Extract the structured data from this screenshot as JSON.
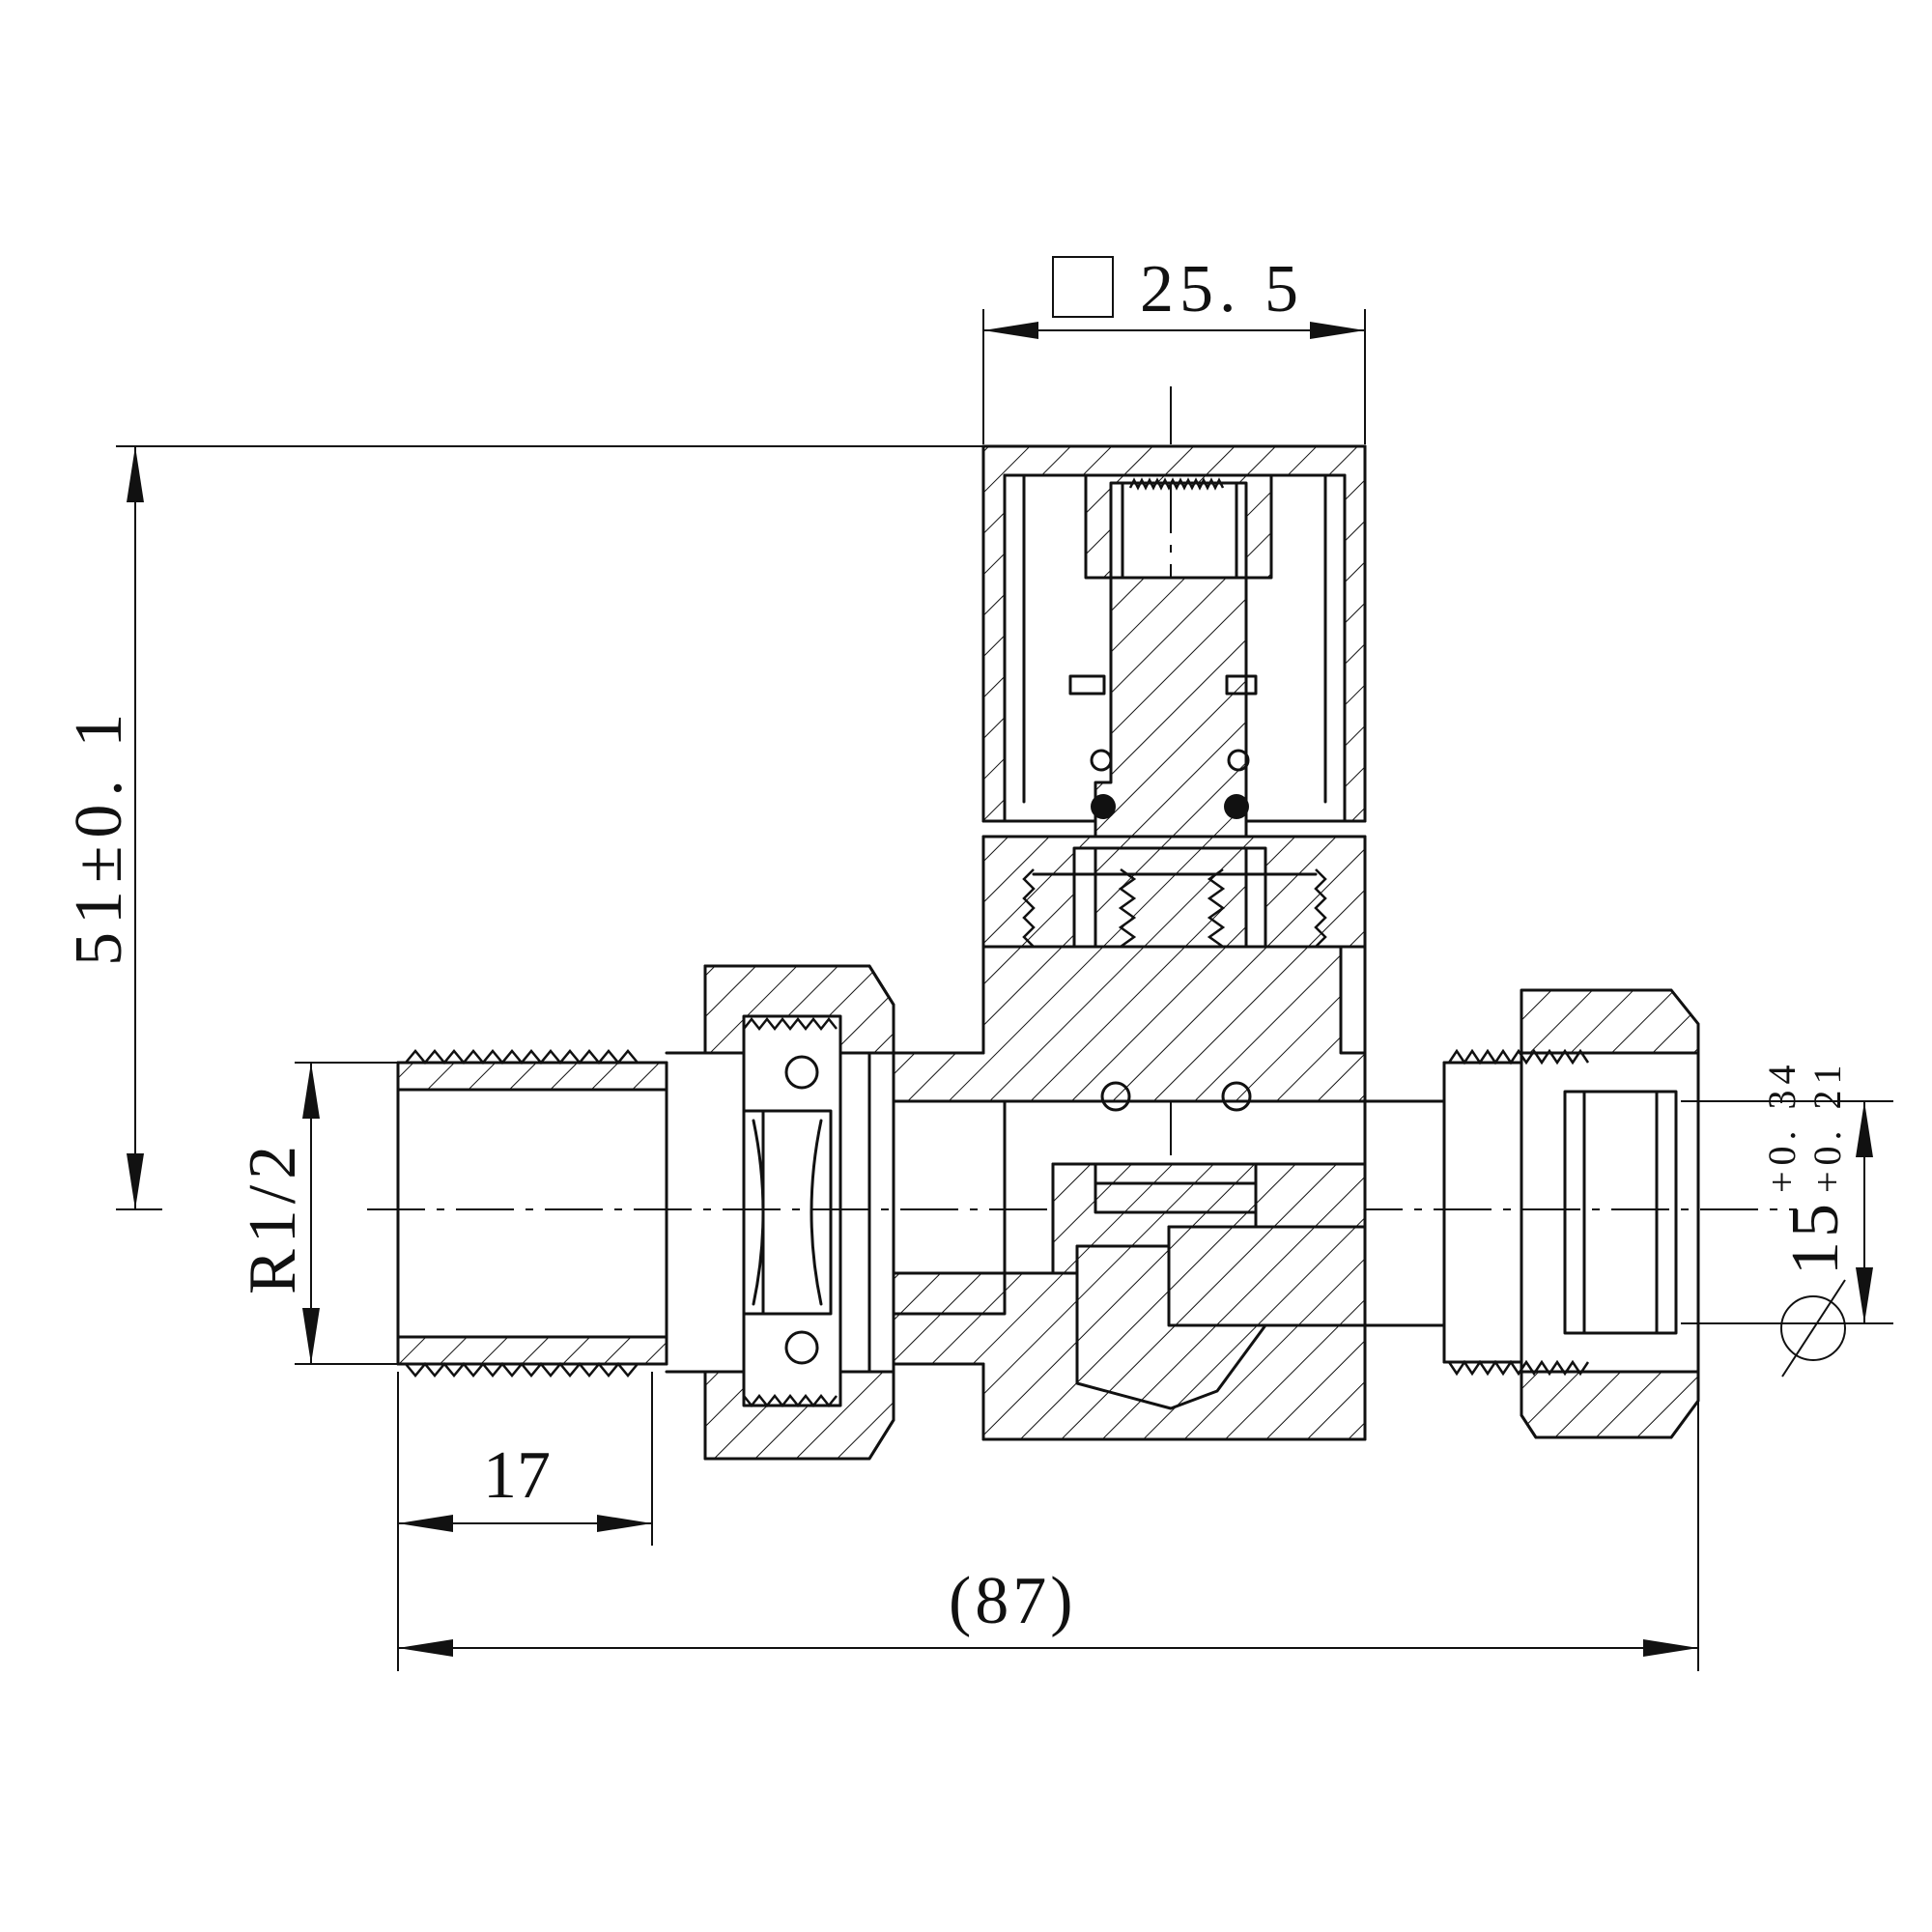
{
  "dimensions": {
    "square_size": "25. 5",
    "height": "51±0. 1",
    "thread": "R1/2",
    "thread_length": "17",
    "overall_length": "(87)",
    "pipe_diameter_base": "15",
    "pipe_tolerance_upper": "+0. 34",
    "pipe_tolerance_lower": "+0. 21"
  },
  "icons": {
    "square_symbol": "square-profile-icon",
    "diameter_symbol": "diameter-icon"
  },
  "colors": {
    "line": "#111111",
    "background": "#ffffff"
  }
}
